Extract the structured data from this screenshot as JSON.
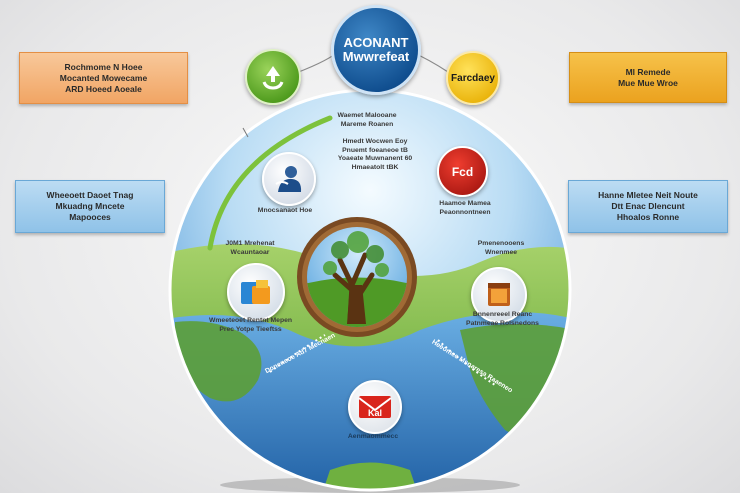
{
  "callouts": {
    "top_left": [
      "Rochmome N Hoee",
      "Mocanted Mowecame",
      "ARD Hoeed Aoeale"
    ],
    "top_right": [
      "Ml Remede",
      "Mue Mue Wroe"
    ],
    "mid_left": [
      "Wheeoett Daoet Tnag",
      "Mkuadng Mncete",
      "Mapooces"
    ],
    "mid_right": [
      "Hanne Mletee Neit Noute",
      "Dtt Enac Dlencunt",
      "Hhoalos Ronne"
    ]
  },
  "top_nodes": {
    "center_label": [
      "ACONANT",
      "Mwwrefeat"
    ],
    "right_label": "Farcdaey"
  },
  "globe_text": {
    "top_caption": [
      "Waemet Malooane",
      "Mareme Roanen"
    ],
    "center_caption": [
      "Hmedt Wocwen Eoy",
      "Pnuemt foeaneoe tB",
      "Yoaeate Muwnanent 60",
      "Hmaeatolt tBK"
    ],
    "person_caption": [
      "Mnocsanaot Hoe"
    ],
    "badge_caption": [
      "Haamoe Mamea",
      "Peaonnontneen"
    ],
    "left_caption": [
      "J0M1 Mrehenat",
      "Wcauntaoar"
    ],
    "right_caption": [
      "Pmenenooens",
      "Wnenmee"
    ],
    "folder_caption": [
      "Wmeeteoet Rentnt Mepen",
      "Prec Yotpe Tieeftss"
    ],
    "box_caption": [
      "Bnnenreeel Reanc",
      "Patnmeae Rolsnedons"
    ],
    "arc_left": "Doneneoe Ad7 Mecnaen",
    "arc_right": "Heeomee Msnaresa Raaeneo",
    "bottom_caption": "Aenmaommecc"
  },
  "icons": {
    "top_left_node": "recycle-icon",
    "person": "person-icon",
    "badge_text": "Fcd",
    "folder": "folder-icon",
    "box": "box-icon",
    "mail_text": "Kal",
    "tree": "tree-icon"
  },
  "colors": {
    "sky": "#5aa6df",
    "grass": "#7bb53a",
    "ocean": "#2f7dc1",
    "land": "#6bab43",
    "ring": "#7a4a22",
    "accent_red": "#d9251c"
  }
}
